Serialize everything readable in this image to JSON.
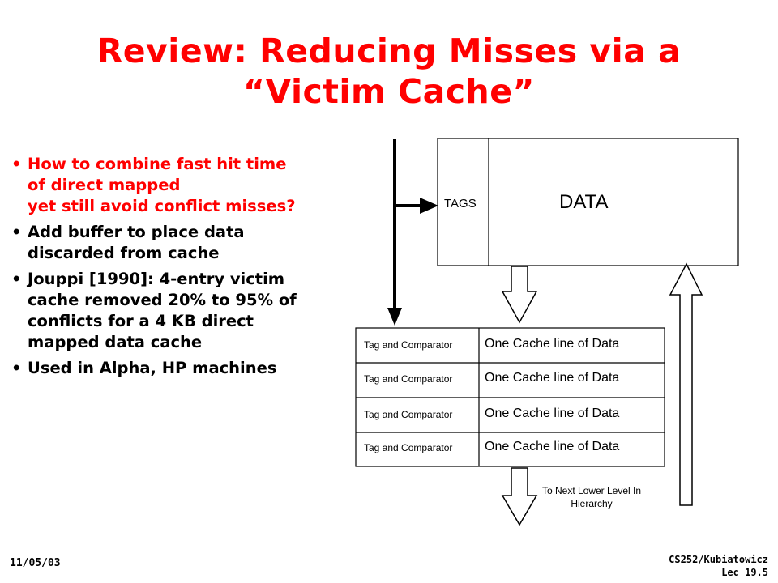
{
  "title": {
    "line1": "Review: Reducing Misses via a",
    "line2": "“Victim Cache”"
  },
  "bullets": [
    {
      "lines": [
        "How to combine fast hit time",
        "of direct mapped",
        "yet still avoid conflict misses?"
      ],
      "color": "#ff0000"
    },
    {
      "lines": [
        "Add buffer to place data",
        "discarded from cache"
      ],
      "color": "#000000"
    },
    {
      "lines": [
        "Jouppi [1990]: 4-entry victim",
        "cache removed 20% to 95% of",
        "conflicts for a 4 KB direct",
        "mapped data cache"
      ],
      "color": "#000000"
    },
    {
      "lines": [
        "Used in Alpha, HP machines"
      ],
      "color": "#000000"
    }
  ],
  "diagram": {
    "tags_label": "TAGS",
    "data_label": "DATA",
    "victim_rows": [
      {
        "tag": "Tag and Comparator",
        "data": "One Cache line of Data"
      },
      {
        "tag": "Tag and Comparator",
        "data": "One Cache line of Data"
      },
      {
        "tag": "Tag and Comparator",
        "data": "One Cache line of Data"
      },
      {
        "tag": "Tag and Comparator",
        "data": "One Cache line of Data"
      }
    ],
    "lower_level_line1": "To Next Lower Level In",
    "lower_level_line2": "Hierarchy"
  },
  "footer": {
    "date": "11/05/03",
    "course": "CS252/Kubiatowicz",
    "lecture": "Lec 19.5"
  }
}
